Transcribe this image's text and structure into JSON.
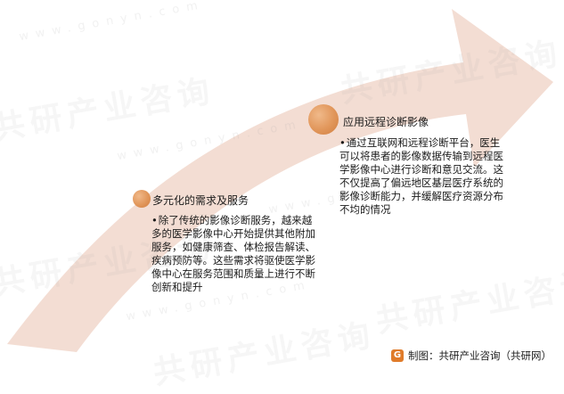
{
  "watermark": {
    "brand": "共研产业咨询",
    "url": "www.gonyn.com",
    "logo_letter": "G"
  },
  "points": [
    {
      "title": "多元化的需求及服务",
      "desc": "除了传统的影像诊断服务，越来越多的医学影像中心开始提供其他附加服务，如健康筛查、体检报告解读、疾病预防等。这些需求将驱使医学影像中心在服务范围和质量上进行不断创新和提升"
    },
    {
      "title": "应用远程诊断影像",
      "desc": "通过互联网和远程诊断平台，医生可以将患者的影像数据传输到远程医学影像中心进行诊断和意见交流。这不仅提高了偏远地区基层医疗系统的影像诊断能力，并缓解医疗资源分布不均的情况"
    }
  ],
  "bullet_symbol": "•",
  "footer": {
    "credit": "制图：共研产业咨询（共研网）",
    "logo_letter": "G"
  },
  "colors": {
    "arrow": "#f3ddd3",
    "dot": "#e1965a",
    "text": "#1a1a1a"
  }
}
